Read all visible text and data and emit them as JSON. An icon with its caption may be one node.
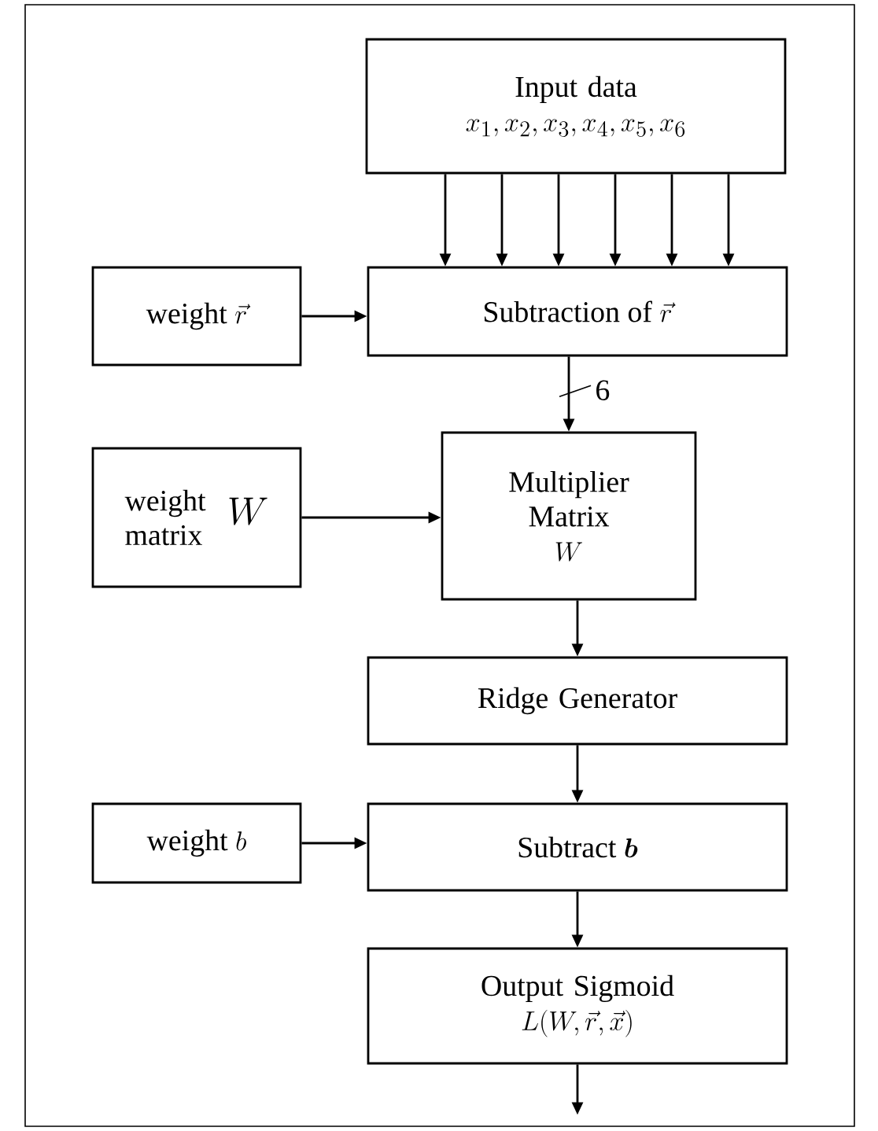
{
  "diagram": {
    "nodes": [
      {
        "text": [
          "Input data",
          "x_1,x_2,x_3,x_4,x_5,x_6"
        ]
      },
      {
        "text": [
          "weight",
          "\\vec{r}"
        ]
      },
      {
        "text": [
          "Subtraction of",
          "\\vec{r}"
        ]
      },
      {
        "text": [
          "weight matrix",
          "W"
        ]
      },
      {
        "text": [
          "Multiplier Matrix",
          "W"
        ]
      },
      {
        "text": [
          "Ridge Generator"
        ]
      },
      {
        "text": [
          "weight",
          "b"
        ]
      },
      {
        "text": [
          "Subtract",
          "\\boldsymbol{b}"
        ]
      },
      {
        "text": [
          "Output Sigmoid",
          "L(W,\\vec{r},\\vec{x})"
        ]
      }
    ],
    "edges": [
      {
        "from": 0,
        "to": 2,
        "arrow": "to"
      },
      {
        "from": 0,
        "to": 2,
        "arrow": "to"
      },
      {
        "from": 0,
        "to": 2,
        "arrow": "to"
      },
      {
        "from": 0,
        "to": 2,
        "arrow": "to"
      },
      {
        "from": 0,
        "to": 2,
        "arrow": "to"
      },
      {
        "from": 0,
        "to": 2,
        "arrow": "to"
      },
      {
        "from": 1,
        "to": 2,
        "arrow": "to"
      },
      {
        "from": 2,
        "to": 4,
        "arrow": "to",
        "label": "6"
      },
      {
        "from": 3,
        "to": 4,
        "arrow": "to"
      },
      {
        "from": 4,
        "to": 5,
        "arrow": "to"
      },
      {
        "from": 5,
        "to": 7,
        "arrow": "to"
      },
      {
        "from": 6,
        "to": 7,
        "arrow": "to"
      },
      {
        "from": 7,
        "to": 8,
        "arrow": "to"
      },
      {
        "from": 8,
        "to": null,
        "arrow": "to"
      }
    ]
  }
}
